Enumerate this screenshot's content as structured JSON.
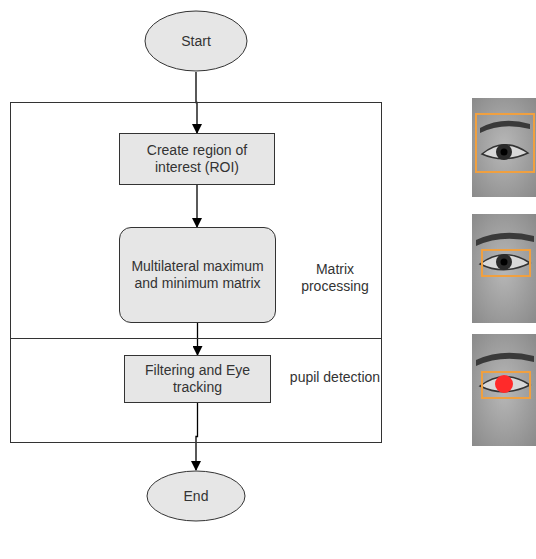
{
  "diagram": {
    "nodes": [
      {
        "text": [
          "Start"
        ]
      },
      {
        "text": [
          "Matrix processing"
        ]
      },
      {
        "text": [
          "Create region of interest (ROI)"
        ],
        "in": 1
      },
      {
        "text": [
          "Multilateral maximum and minimum matrix"
        ],
        "in": 1
      },
      {
        "text": [
          "pupil detection"
        ]
      },
      {
        "text": [
          "Filtering and Eye tracking"
        ],
        "in": 4
      },
      {
        "text": [
          "End"
        ]
      }
    ],
    "edges": [
      {
        "from": 0,
        "to": 2,
        "arrow": "to"
      },
      {
        "from": 2,
        "to": 3,
        "arrow": "to"
      },
      {
        "from": 3,
        "to": 5,
        "arrow": "to"
      },
      {
        "from": 5,
        "to": 6,
        "arrow": "to"
      }
    ]
  }
}
